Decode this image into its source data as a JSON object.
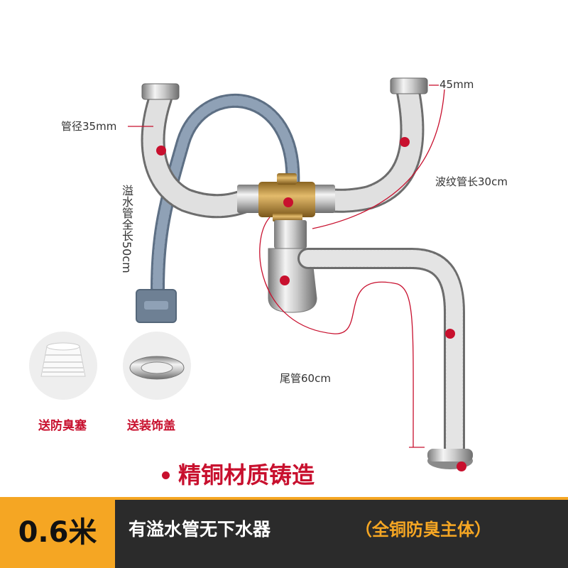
{
  "colors": {
    "accent_red": "#c8102e",
    "orange": "#f5a623",
    "chrome_light": "#f2f2f2",
    "chrome_dark": "#8a8a8a",
    "overflow_hose": "#7d8fa3",
    "brass": "#c89b4e",
    "bar_dark": "#2b2b2b",
    "label_gray": "#333333"
  },
  "diagram": {
    "labels": {
      "pipe_diameter": "管径35mm",
      "outlet_diameter": "45mm",
      "corrugated_length": "波纹管长30cm",
      "overflow_length": "溢水管全长50cm",
      "tail_pipe_length": "尾管60cm"
    },
    "accessories": [
      {
        "label": "送防臭塞",
        "icon": "odor-seal-plug-icon"
      },
      {
        "label": "送装饰盖",
        "icon": "decorative-ring-cover-icon"
      }
    ]
  },
  "headline": "精铜材质铸造",
  "bottom_bar": {
    "size": "0.6米",
    "title": "有溢水管无下水器",
    "subtitle": "（全铜防臭主体）"
  }
}
